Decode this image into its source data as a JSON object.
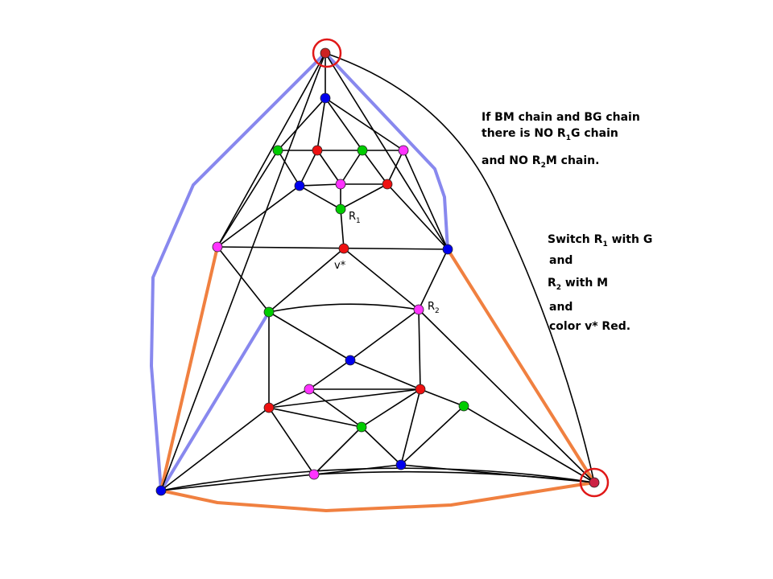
{
  "colors": {
    "blue_vertex": "#0000ee",
    "green_vertex": "#00cc00",
    "magenta_vertex": "#ff33ff",
    "red_vertex": "#ee1111",
    "blue_chain": "#8888ee",
    "orange_chain": "#f08040",
    "circle_mark": "#e01818",
    "edge": "#000000"
  },
  "note1": {
    "line1": "If BM chain and BG chain",
    "line2_pre": "there is NO R",
    "line2_sub": "1",
    "line2_post": "G  chain",
    "line3_pre": "and NO R",
    "line3_sub": "2",
    "line3_post": "M chain."
  },
  "note2": {
    "line1_pre": "Switch R",
    "line1_sub": "1",
    "line1_post": " with G",
    "line2": "and",
    "line3_pre": "R",
    "line3_sub": "2",
    "line3_post": " with M",
    "line4": "and",
    "line5": "color v* Red."
  },
  "labels": {
    "r1_main": "R",
    "r1_sub": "1",
    "r2_main": "R",
    "r2_sub": "2",
    "vstar": "v*"
  }
}
